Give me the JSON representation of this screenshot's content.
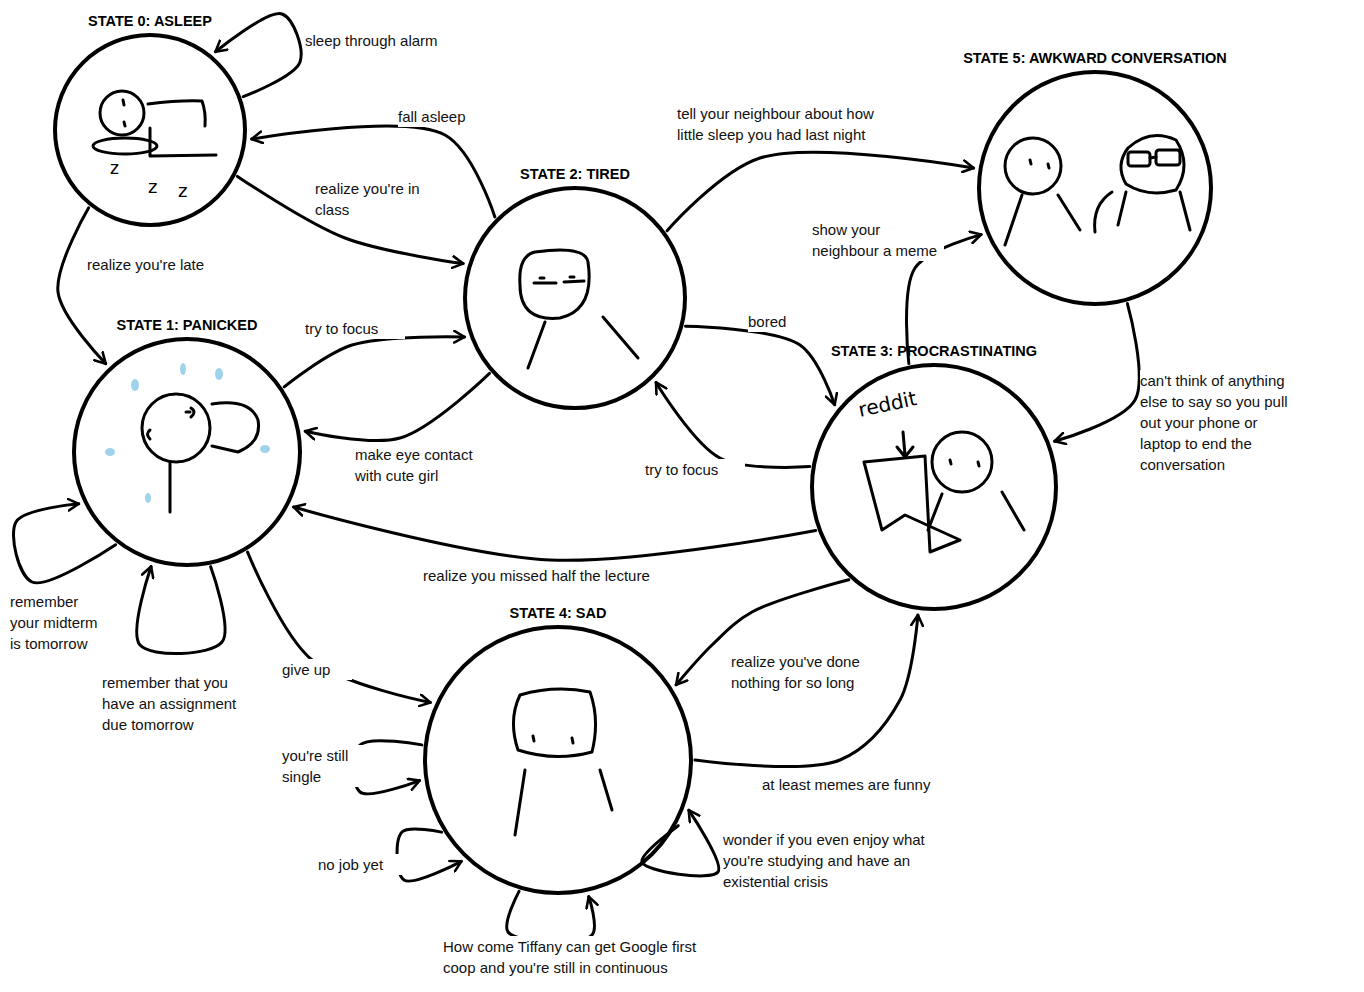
{
  "diagram": {
    "nodes": [
      {
        "text": [
          "STATE 0: ASLEEP"
        ]
      },
      {
        "text": [
          "STATE 1: PANICKED"
        ]
      },
      {
        "text": [
          "STATE 2: TIRED"
        ]
      },
      {
        "text": [
          "STATE 3: PROCRASTINATING"
        ]
      },
      {
        "text": [
          "STATE 4: SAD"
        ]
      },
      {
        "text": [
          "STATE 5: AWKWARD CONVERSATION"
        ]
      }
    ],
    "edges": [
      {
        "from": 0,
        "to": 0,
        "label": "sleep through alarm",
        "arrow": "to"
      },
      {
        "from": 2,
        "to": 0,
        "label": "fall asleep",
        "arrow": "to"
      },
      {
        "from": 0,
        "to": 2,
        "label": "realize you're in class",
        "arrow": "to"
      },
      {
        "from": 0,
        "to": 1,
        "label": "realize you're late",
        "arrow": "to"
      },
      {
        "from": 1,
        "to": 2,
        "label": "try to focus",
        "arrow": "to"
      },
      {
        "from": 2,
        "to": 1,
        "label": "make eye contact with cute girl",
        "arrow": "to"
      },
      {
        "from": 2,
        "to": 5,
        "label": "tell your neighbour about how little sleep you had last night",
        "arrow": "to"
      },
      {
        "from": 3,
        "to": 5,
        "label": "show your neighbour a meme",
        "arrow": "to"
      },
      {
        "from": 2,
        "to": 3,
        "label": "bored",
        "arrow": "to"
      },
      {
        "from": 3,
        "to": 2,
        "label": "try to focus",
        "arrow": "to"
      },
      {
        "from": 5,
        "to": 3,
        "label": "can't think of anything else to say so you pull out your phone or laptop to end the conversation",
        "arrow": "to"
      },
      {
        "from": 3,
        "to": 1,
        "label": "realize you missed half the lecture",
        "arrow": "to"
      },
      {
        "from": 1,
        "to": 1,
        "label": "remember your midterm is tomorrow",
        "arrow": "to"
      },
      {
        "from": 1,
        "to": 1,
        "label": "remember that you have an assignment due tomorrow",
        "arrow": "to"
      },
      {
        "from": 1,
        "to": 4,
        "label": "give up",
        "arrow": "to"
      },
      {
        "from": 3,
        "to": 4,
        "label": "realize you've done nothing for so long",
        "arrow": "to"
      },
      {
        "from": 4,
        "to": 3,
        "label": "at least memes are funny",
        "arrow": "to"
      },
      {
        "from": 4,
        "to": 4,
        "label": "you're still single",
        "arrow": "to"
      },
      {
        "from": 4,
        "to": 4,
        "label": "no job yet",
        "arrow": "to"
      },
      {
        "from": 4,
        "to": 4,
        "label": "How come Tiffany can get Google first coop and you're still in continuous",
        "arrow": "to"
      },
      {
        "from": 4,
        "to": 4,
        "label": "wonder if you even enjoy what you're studying and have an existential crisis",
        "arrow": "to"
      }
    ],
    "labels": [
      "reddit",
      "z",
      "z",
      "z"
    ]
  }
}
